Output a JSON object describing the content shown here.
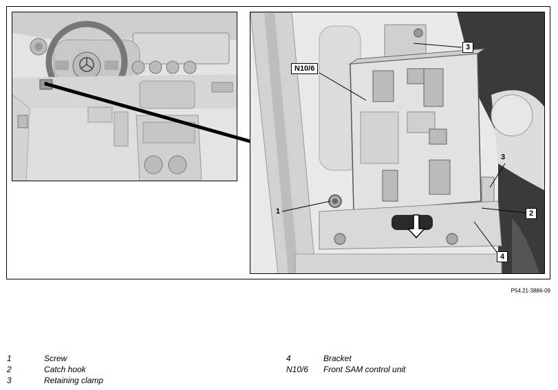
{
  "figure": {
    "reference_code": "P54.21-3886-09",
    "callouts": {
      "n10_6": "N10/6",
      "three_top": "3",
      "three_right": "3",
      "one": "1",
      "two": "2",
      "four": "4"
    }
  },
  "legend": {
    "col1": [
      {
        "num": "1",
        "label": "Screw"
      },
      {
        "num": "2",
        "label": "Catch hook"
      },
      {
        "num": "3",
        "label": "Retaining clamp"
      }
    ],
    "col2": [
      {
        "num": "4",
        "label": "Bracket"
      },
      {
        "num": "N10/6",
        "label": "Front SAM control unit"
      }
    ]
  }
}
